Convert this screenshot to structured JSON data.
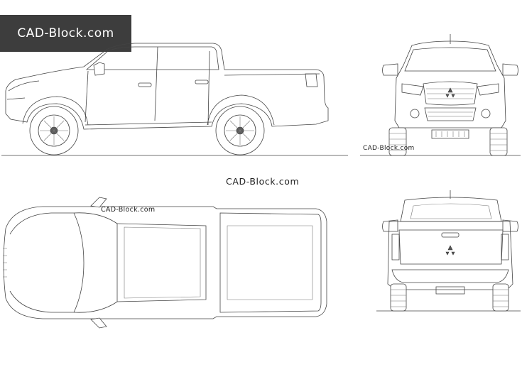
{
  "brand": {
    "banner_text": "CAD-Block.com"
  },
  "watermarks": {
    "center": "CAD-Block.com",
    "front_view": "CAD-Block.com",
    "top_view": "CAD-Block.com"
  }
}
